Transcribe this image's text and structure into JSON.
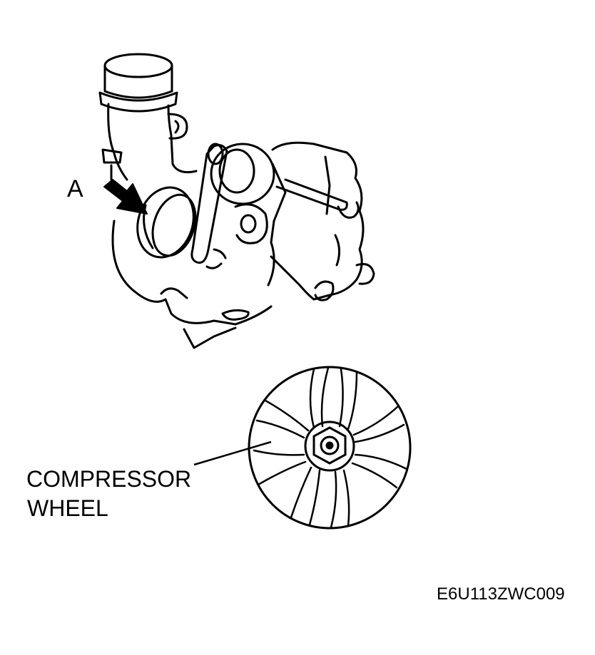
{
  "labels": {
    "callout_a": "A",
    "compressor_wheel_line1": "COMPRESSOR",
    "compressor_wheel_line2": "WHEEL",
    "figure_code": "E6U113ZWC009"
  },
  "colors": {
    "line": "#000000",
    "background": "#ffffff"
  },
  "icons": {
    "arrow": "callout-arrow-icon"
  }
}
